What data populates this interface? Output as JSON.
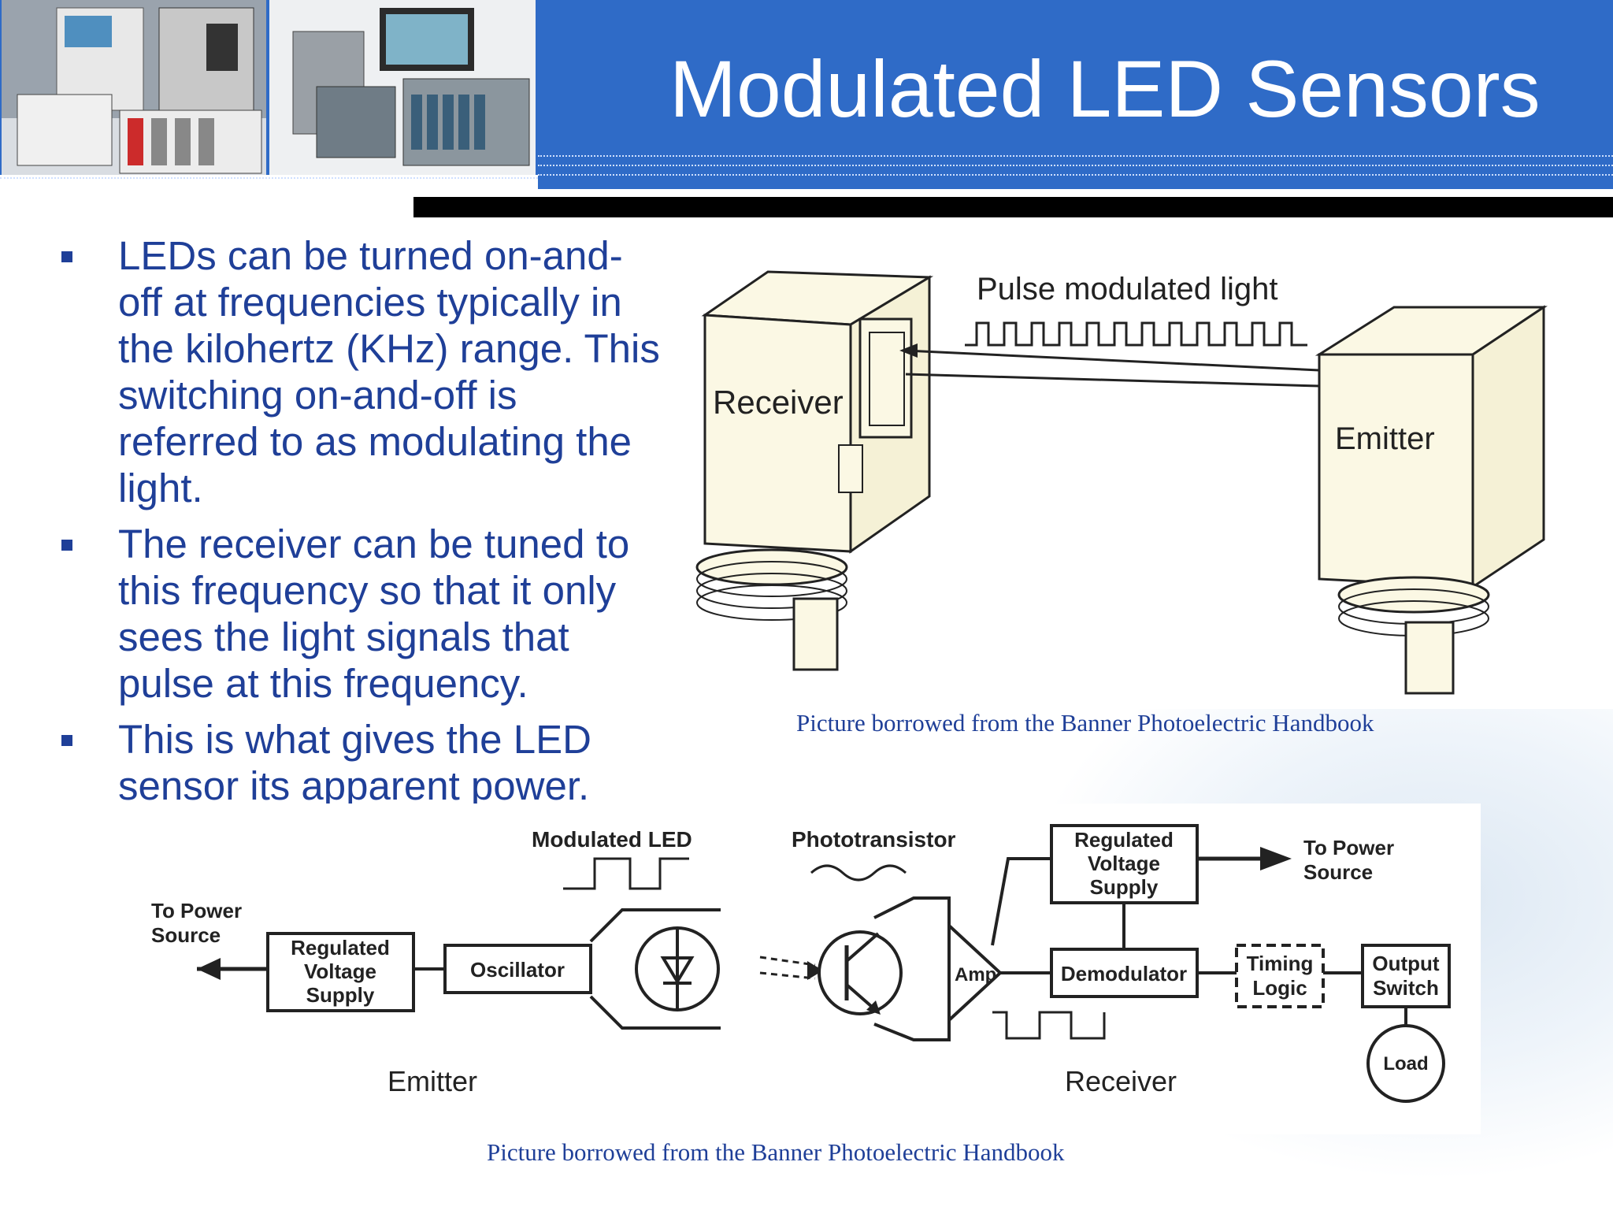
{
  "slide": {
    "title": "Modulated LED Sensors",
    "bullets": [
      "LEDs can be turned on-and-off at frequencies typically in the kilohertz (KHz) range. This switching on-and-off is referred to as modulating the light.",
      "The receiver can be tuned to this frequency so that it only sees the light signals that pulse at this frequency.",
      "This is what gives the LED sensor its apparent power."
    ]
  },
  "figure_top": {
    "label_pulse": "Pulse modulated light",
    "label_receiver": "Receiver",
    "label_emitter": "Emitter",
    "caption": "Picture borrowed from the Banner Photoelectric Handbook"
  },
  "figure_bottom": {
    "to_power_source_left": [
      "To Power",
      "Source"
    ],
    "regulated_supply_left": [
      "Regulated",
      "Voltage",
      "Supply"
    ],
    "oscillator": "Oscillator",
    "modulated_led": "Modulated LED",
    "phototransistor": "Phototransistor",
    "amp": "Amp",
    "regulated_supply_right": [
      "Regulated",
      "Voltage",
      "Supply"
    ],
    "to_power_source_right": [
      "To Power",
      "Source"
    ],
    "demodulator": "Demodulator",
    "timing_logic": [
      "Timing",
      "Logic"
    ],
    "output_switch": [
      "Output",
      "Switch"
    ],
    "load": "Load",
    "emitter_label": "Emitter",
    "receiver_label": "Receiver",
    "caption": "Picture borrowed from the Banner Photoelectric Handbook"
  },
  "colors": {
    "header_blue": "#2f6bc7",
    "text_blue": "#1f3f98",
    "figure_fill": "#fbf8e4"
  }
}
